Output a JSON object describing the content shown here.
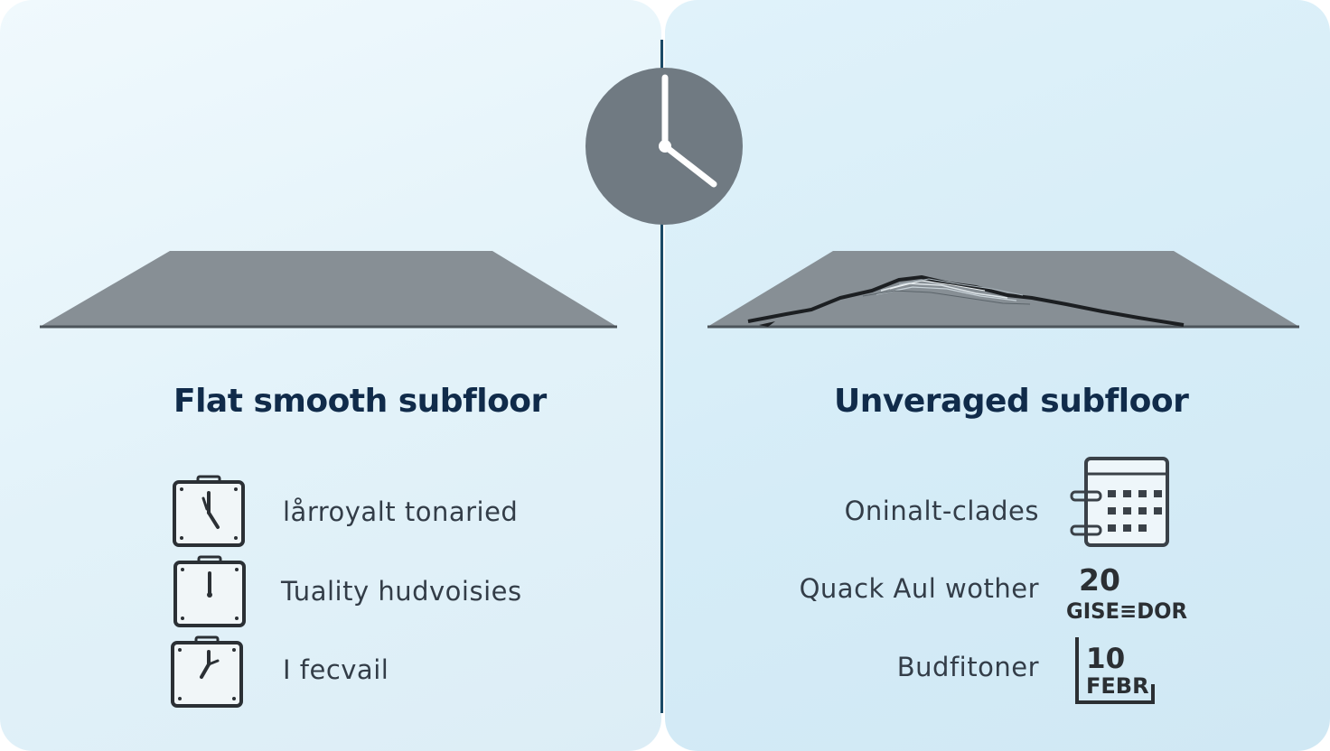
{
  "left": {
    "heading": "Flat smooth subfloor",
    "items": [
      {
        "label": "lårroyalt tonaried",
        "icon": "timer-case-icon"
      },
      {
        "label": "Tuality hudvoisies",
        "icon": "timer-case-icon"
      },
      {
        "label": "I fecvail",
        "icon": "timer-case-icon"
      }
    ]
  },
  "right": {
    "heading": "Unveraged subfloor",
    "items": [
      {
        "label": "Oninalt-clades",
        "icon": "calendar-icon"
      },
      {
        "label": "Quack Aul wother",
        "icon": "date-icon",
        "date_number": "20",
        "date_text": "GISE≡DOR"
      },
      {
        "label": "Budfitoner",
        "icon": "date-icon",
        "date_number": "10",
        "date_text": "FEBR"
      }
    ]
  },
  "colors": {
    "slab": "#878f95",
    "clock_face": "#707a82",
    "divider": "#1b4a66",
    "heading": "#102b4a"
  }
}
